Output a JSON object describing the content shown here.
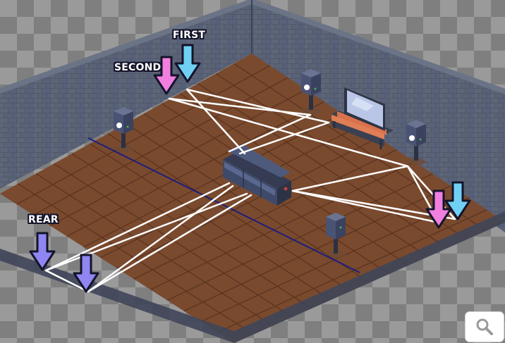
{
  "labels": {
    "first": "FIRST",
    "second": "SECOND",
    "rear": "REAR"
  },
  "colors": {
    "first": "#6fd0f4",
    "second": "#f27fdf",
    "rear": "#8f86f2",
    "reflection_path": "#ffffff",
    "floor": "#7a4a2e",
    "wall": "#4d5467",
    "marker_line": "#1d1f7e"
  },
  "icons": {
    "zoom": "magnifier-icon"
  }
}
